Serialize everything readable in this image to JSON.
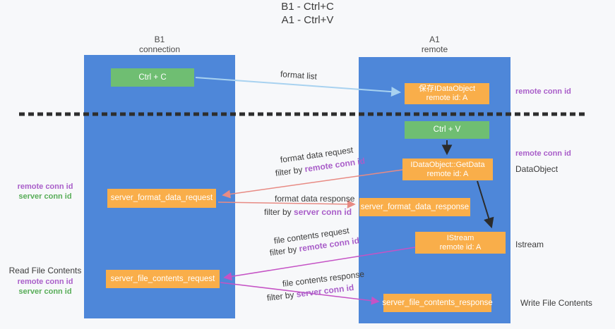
{
  "title": {
    "line1": "B1 - Ctrl+C",
    "line2": "A1 - Ctrl+V"
  },
  "columns": {
    "left": {
      "name": "B1",
      "role": "connection"
    },
    "right": {
      "name": "A1",
      "role": "remote"
    }
  },
  "nodes": {
    "ctrl_c": {
      "label": "Ctrl + C"
    },
    "ctrl_v": {
      "label": "Ctrl + V"
    },
    "save_idataobject": {
      "line1": "保存IDataObject",
      "line2": "remote id: A"
    },
    "getdata": {
      "line1": "IDataObject::GetData",
      "line2": "remote id: A"
    },
    "istream": {
      "line1": "IStream",
      "line2": "remote id: A"
    },
    "server_format_data_request": {
      "label": "server_format_data_request"
    },
    "server_format_data_response": {
      "label": "server_format_data_response"
    },
    "server_file_contents_request": {
      "label": "server_file_contents_request"
    },
    "server_file_contents_response": {
      "label": "server_file_contents_response"
    }
  },
  "flows": [
    {
      "label": "format list"
    },
    {
      "label": "format data request",
      "filter_prefix": "filter by ",
      "filter_key": "remote conn id"
    },
    {
      "label": "format data response",
      "filter_prefix": "filter by ",
      "filter_key": "server conn id"
    },
    {
      "label": "file contents request",
      "filter_prefix": "filter by ",
      "filter_key": "remote conn id"
    },
    {
      "label": "file contents response",
      "filter_prefix": "filter by ",
      "filter_key": "server conn id"
    }
  ],
  "side_labels": {
    "left": {
      "remote_conn_id_top": "remote conn id",
      "server_conn_id_top": "server conn id",
      "read_file_contents": "Read File Contents",
      "remote_conn_id_bottom": "remote conn id",
      "server_conn_id_bottom": "server conn id"
    },
    "right": {
      "remote_conn_id_top": "remote conn id",
      "remote_conn_id_mid": "remote conn id",
      "dataobject": "DataObject",
      "istream": "Istream",
      "write_file_contents": "Write File Contents"
    }
  },
  "colors": {
    "column_blue": "#4e87d9",
    "node_orange": "#f9ae4a",
    "node_green": "#6fbe72",
    "remote_conn_id_text": "#a95ec9",
    "server_conn_id_text": "#58ad58",
    "arrow_format_list": "#a8d2f0",
    "arrow_format": "#e88b84",
    "arrow_file": "#c553c5",
    "arrow_black": "#2b2b2b"
  }
}
